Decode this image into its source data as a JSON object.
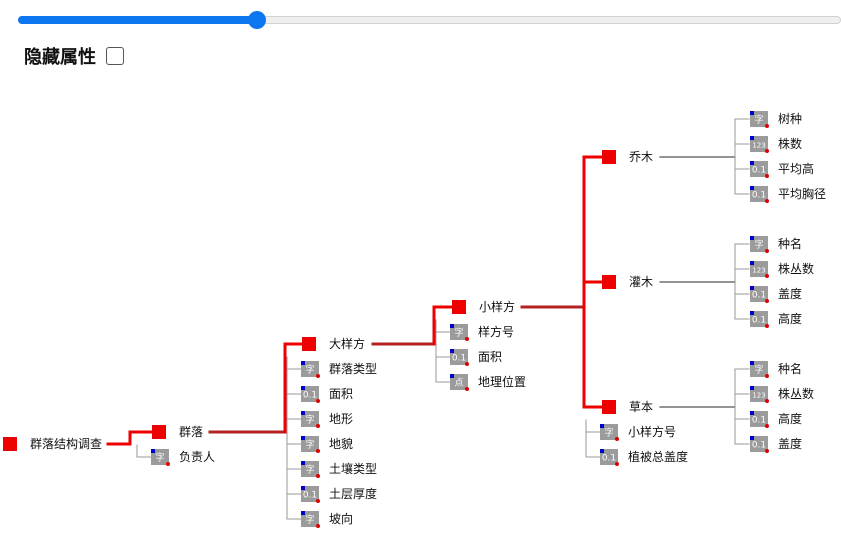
{
  "slider": {
    "value": 0.29
  },
  "controls": {
    "hide_label": "隐藏属性",
    "hide_checked": false
  },
  "colors": {
    "node": "#ee0000",
    "thick": "#b22222",
    "thin": "#555555",
    "attr_line": "#999999",
    "badge": "#9b9b9b",
    "slider": "#0b76f0",
    "corner_blue": "#0000cc",
    "corner_red": "#dd0000"
  },
  "type_badges": {
    "text": "字",
    "int": "123",
    "float": "0.1",
    "point": "点"
  },
  "tree": {
    "label": "群落结构调查",
    "attrs": [],
    "children": [
      {
        "label": "群落",
        "attrs": [
          {
            "type": "text",
            "label": "负责人"
          }
        ],
        "children": [
          {
            "label": "大样方",
            "attrs": [
              {
                "type": "text",
                "label": "群落类型"
              },
              {
                "type": "float",
                "label": "面积"
              },
              {
                "type": "text",
                "label": "地形"
              },
              {
                "type": "text",
                "label": "地貌"
              },
              {
                "type": "text",
                "label": "土壤类型"
              },
              {
                "type": "float",
                "label": "土层厚度"
              },
              {
                "type": "text",
                "label": "坡向"
              }
            ],
            "children": [
              {
                "label": "小样方",
                "attrs": [
                  {
                    "type": "text",
                    "label": "样方号"
                  },
                  {
                    "type": "float",
                    "label": "面积"
                  },
                  {
                    "type": "point",
                    "label": "地理位置"
                  }
                ],
                "children": [
                  {
                    "label": "乔木",
                    "attrs": [],
                    "children": [],
                    "leaf_attrs": [
                      {
                        "type": "text",
                        "label": "树种"
                      },
                      {
                        "type": "int",
                        "label": "株数"
                      },
                      {
                        "type": "float",
                        "label": "平均高"
                      },
                      {
                        "type": "float",
                        "label": "平均胸径"
                      }
                    ]
                  },
                  {
                    "label": "灌木",
                    "attrs": [],
                    "children": [],
                    "leaf_attrs": [
                      {
                        "type": "text",
                        "label": "种名"
                      },
                      {
                        "type": "int",
                        "label": "株丛数"
                      },
                      {
                        "type": "float",
                        "label": "盖度"
                      },
                      {
                        "type": "float",
                        "label": "高度"
                      }
                    ]
                  },
                  {
                    "label": "草本",
                    "attrs": [
                      {
                        "type": "text",
                        "label": "小样方号"
                      },
                      {
                        "type": "float",
                        "label": "植被总盖度"
                      }
                    ],
                    "children": [],
                    "leaf_attrs": [
                      {
                        "type": "text",
                        "label": "种名"
                      },
                      {
                        "type": "int",
                        "label": "株丛数"
                      },
                      {
                        "type": "float",
                        "label": "高度"
                      },
                      {
                        "type": "float",
                        "label": "盖度"
                      }
                    ]
                  }
                ]
              }
            ]
          }
        ]
      }
    ]
  }
}
